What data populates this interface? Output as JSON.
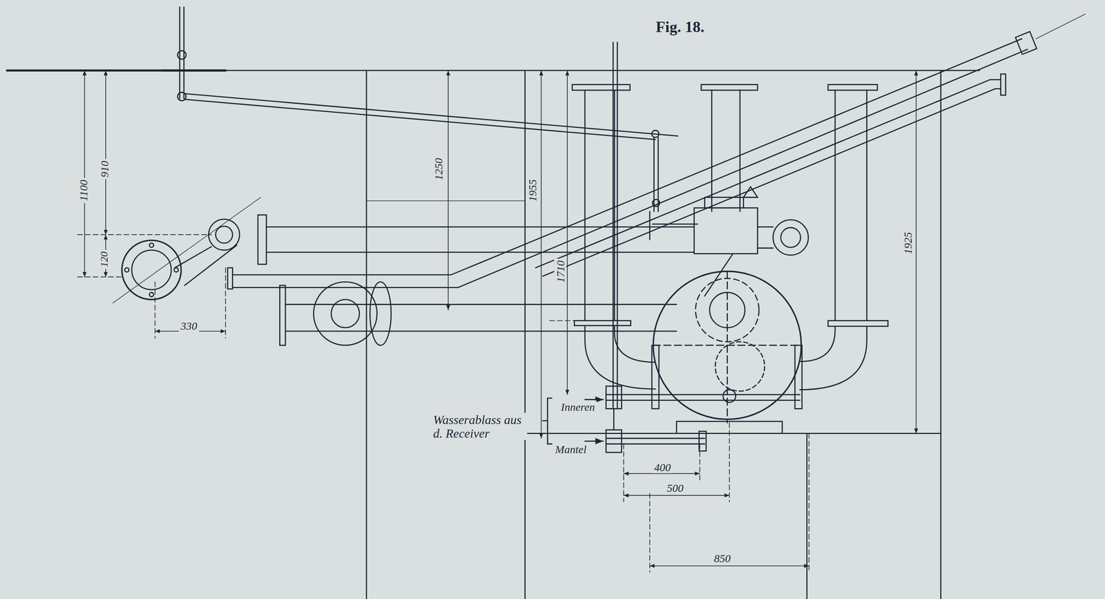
{
  "diagram": {
    "title": "Fig. 18.",
    "labels": [
      "1100",
      "910",
      "120",
      "330",
      "1250",
      "1955",
      "1710",
      "1925",
      "Inneren",
      "Wasserablass aus d. Receiver",
      "Mantel",
      "400",
      "500",
      "850"
    ]
  }
}
